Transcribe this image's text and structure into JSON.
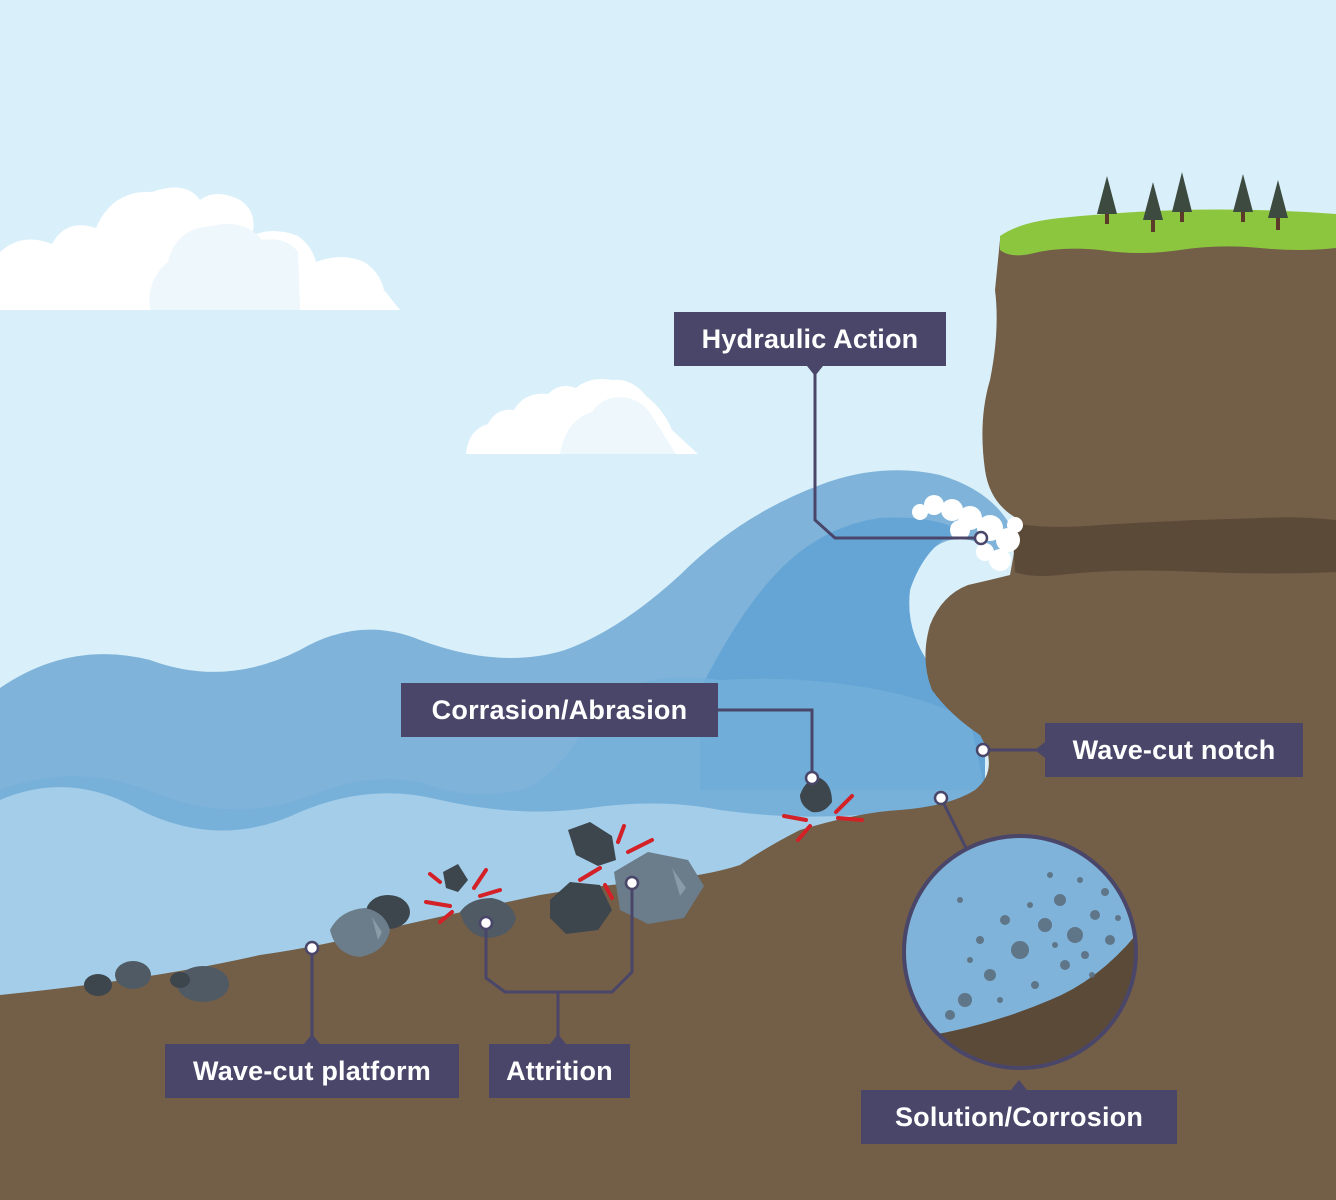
{
  "labels": {
    "hydraulic_action": "Hydraulic Action",
    "corrasion_abrasion": "Corrasion/Abrasion",
    "wave_cut_notch": "Wave-cut notch",
    "wave_cut_platform": "Wave-cut platform",
    "attrition": "Attrition",
    "solution_corrosion": "Solution/Corrosion"
  },
  "colors": {
    "sky": "#d9f0fa",
    "cloud": "#ffffff",
    "grass": "#8cc63f",
    "rock": "#735e48",
    "rock_dark": "#5c4a39",
    "wave_back": "#7fb3d9",
    "wave_mid": "#65a5d6",
    "water_shallow": "#a3cde8",
    "stone_dark": "#3d454d",
    "stone_light": "#6b7c8a",
    "impact": "#d42027",
    "label_bg": "#4a4669",
    "leader": "#4a4669"
  }
}
